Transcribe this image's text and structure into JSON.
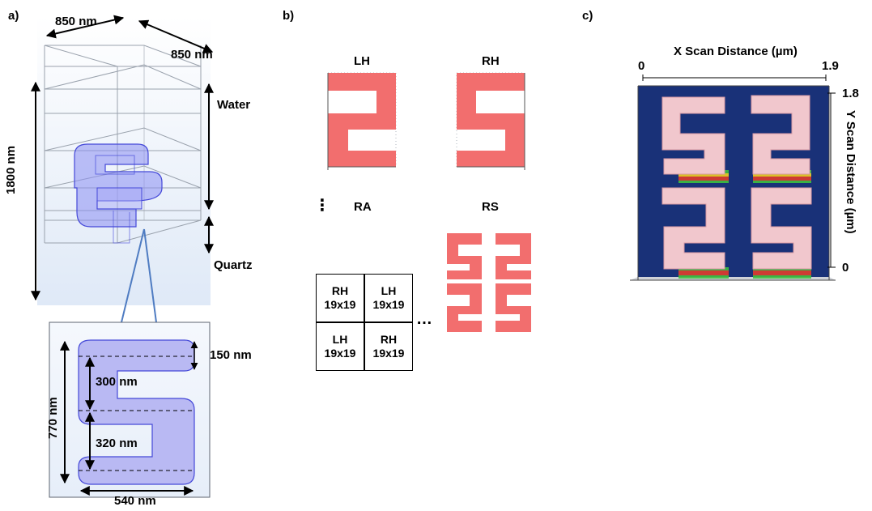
{
  "panels": {
    "a": "a)",
    "b": "b)",
    "c": "c)"
  },
  "panel_a": {
    "dim_width_front": "850 nm",
    "dim_depth": "850 nm",
    "dim_height": "1800 nm",
    "layer_top": "Water",
    "layer_bottom": "Quartz",
    "detail": {
      "dim_top_arm": "150 nm",
      "dim_upper_gap": "300 nm",
      "dim_lower_gap": "320 nm",
      "dim_total_height": "770 nm",
      "dim_width": "540 nm"
    }
  },
  "panel_b": {
    "lh_label": "LH",
    "rh_label": "RH",
    "ra_label": "RA",
    "rs_label": "RS",
    "ra_grid": [
      {
        "handedness": "RH",
        "size": "19x19"
      },
      {
        "handedness": "LH",
        "size": "19x19"
      },
      {
        "handedness": "LH",
        "size": "19x19"
      },
      {
        "handedness": "RH",
        "size": "19x19"
      }
    ],
    "ellipsis_vertical": "⋮",
    "ellipsis_horizontal": "…",
    "colors": {
      "element_fill": "#f26e6e"
    }
  },
  "panel_c": {
    "x_axis_label": "X Scan Distance (µm)",
    "y_axis_label": "Y Scan Distance (µm)",
    "x_min": "0",
    "x_max": "1.9",
    "y_max": "1.8",
    "y_min": "0"
  }
}
